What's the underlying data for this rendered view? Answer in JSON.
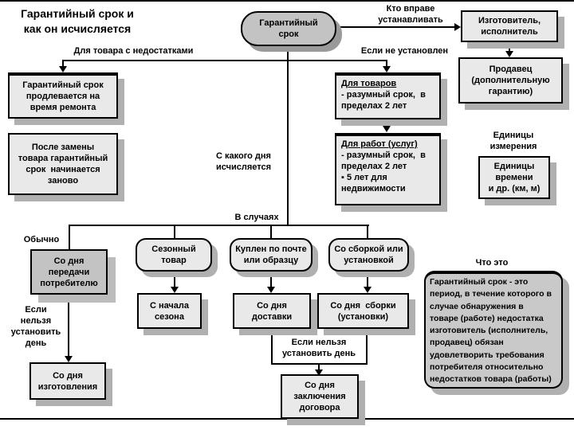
{
  "title": "Гарантийный срок и\nкак он исчисляется",
  "root_node": "Гарантийный\nсрок",
  "edge_labels": {
    "who_sets": "Кто вправе\nустанавливать",
    "for_defective": "Для товара с недостатками",
    "if_not_set": "Если не установлен",
    "from_day": "С какого дня\nисчисляется",
    "in_cases": "В случаях",
    "usually": "Обычно",
    "if_cannot_day_left": "Если\nнельзя\nустановить\nдень",
    "if_cannot_day_bottom": "Если нельзя\nустановить день",
    "units_header": "Единицы\nизмерения",
    "what_is": "Что это"
  },
  "nodes": {
    "maker": "Изготовитель,\nисполнитель",
    "seller": "Продавец\n(дополнительную\nгарантию)",
    "extend": "Гарантийный срок\nпродлевается на\nвремя ремонта",
    "replace": "После замены\nтовара гарантийный\nсрок  начинается\nзаново",
    "goods_header": "Для товаров",
    "goods_body": "- разумный срок,  в\nпределах 2 лет",
    "works_header": "Для работ (услуг)",
    "works_body": "- разумный срок,  в\nпределах 2 лет\n▪ 5 лет для\nнедвижимости",
    "units_box": "Единицы\nвремени\nи др. (км, м)",
    "transfer": "Со дня\nпередачи\nпотребителю",
    "seasonal": "Сезонный\nтовар",
    "mail_order": "Куплен по почте\nили образцу",
    "with_assembly": "Со сборкой или\nустановкой",
    "season_start": "С начала\nсезона",
    "delivery_day": "Со дня\nдоставки",
    "assembly_day": "Со дня  сборки\n(установки)",
    "manufacture_day": "Со дня\nизготовления",
    "contract_day": "Со дня\nзаключения\nдоговора",
    "definition": "Гарантийный срок - это\nпериод, в течение которого в\nслучае обнаружения в\nтоваре (работе) недостатка\nизготовитель (исполнитель,\nпродавец) обязан\nудовлетворить требования\nпотребителя относительно\nнедостатков товара (работы)"
  }
}
